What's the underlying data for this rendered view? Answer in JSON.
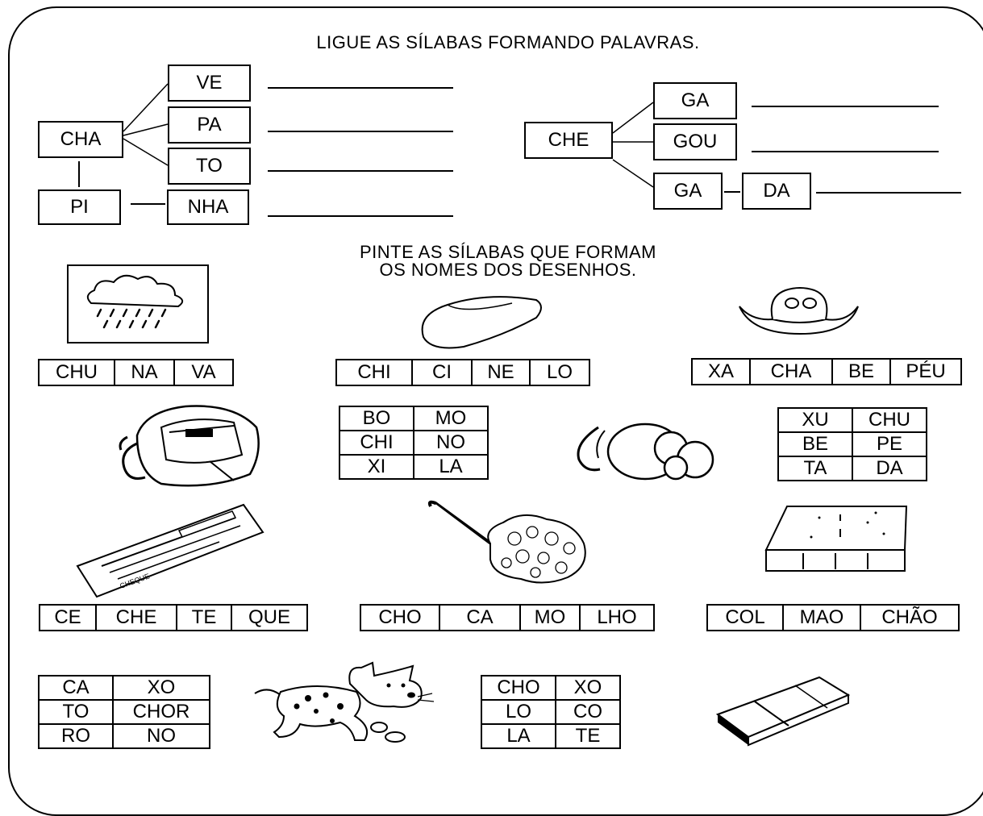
{
  "section1": {
    "title": "LIGUE AS SÍLABAS FORMANDO PALAVRAS.",
    "left": {
      "root": "CHA",
      "branches": [
        "VE",
        "PA",
        "TO"
      ],
      "sub_root": "PI",
      "sub_branch": "NHA"
    },
    "right": {
      "root": "CHE",
      "branches": [
        "GA",
        "GOU",
        "GA"
      ],
      "extra": "DA"
    }
  },
  "section2": {
    "title_line1": "PINTE AS SÍLABAS QUE FORMAM",
    "title_line2": "OS NOMES DOS DESENHOS."
  },
  "strips": {
    "chuva": [
      "CHU",
      "NA",
      "VA"
    ],
    "chinelo": [
      "CHI",
      "CI",
      "NE",
      "LO"
    ],
    "chapeu": [
      "XA",
      "CHA",
      "BE",
      "PÉU"
    ],
    "cheque": [
      "CE",
      "CHE",
      "TE",
      "QUE"
    ],
    "chocalho": [
      "CHO",
      "CA",
      "MO",
      "LHO"
    ],
    "colchao": [
      "COL",
      "MAO",
      "CHÃO"
    ]
  },
  "grids": {
    "mochila": [
      [
        "BO",
        "MO"
      ],
      [
        "CHI",
        "NO"
      ],
      [
        "XI",
        "LA"
      ]
    ],
    "chupeta": [
      [
        "XU",
        "CHU"
      ],
      [
        "BE",
        "PE"
      ],
      [
        "TA",
        "DA"
      ]
    ],
    "cachorro": [
      [
        "CA",
        "XO"
      ],
      [
        "TO",
        "CHOR"
      ],
      [
        "RO",
        "NO"
      ]
    ],
    "chocolate": [
      [
        "CHO",
        "XO"
      ],
      [
        "LO",
        "CO"
      ],
      [
        "LA",
        "TE"
      ]
    ]
  },
  "cheque_text": "CHEQUE"
}
